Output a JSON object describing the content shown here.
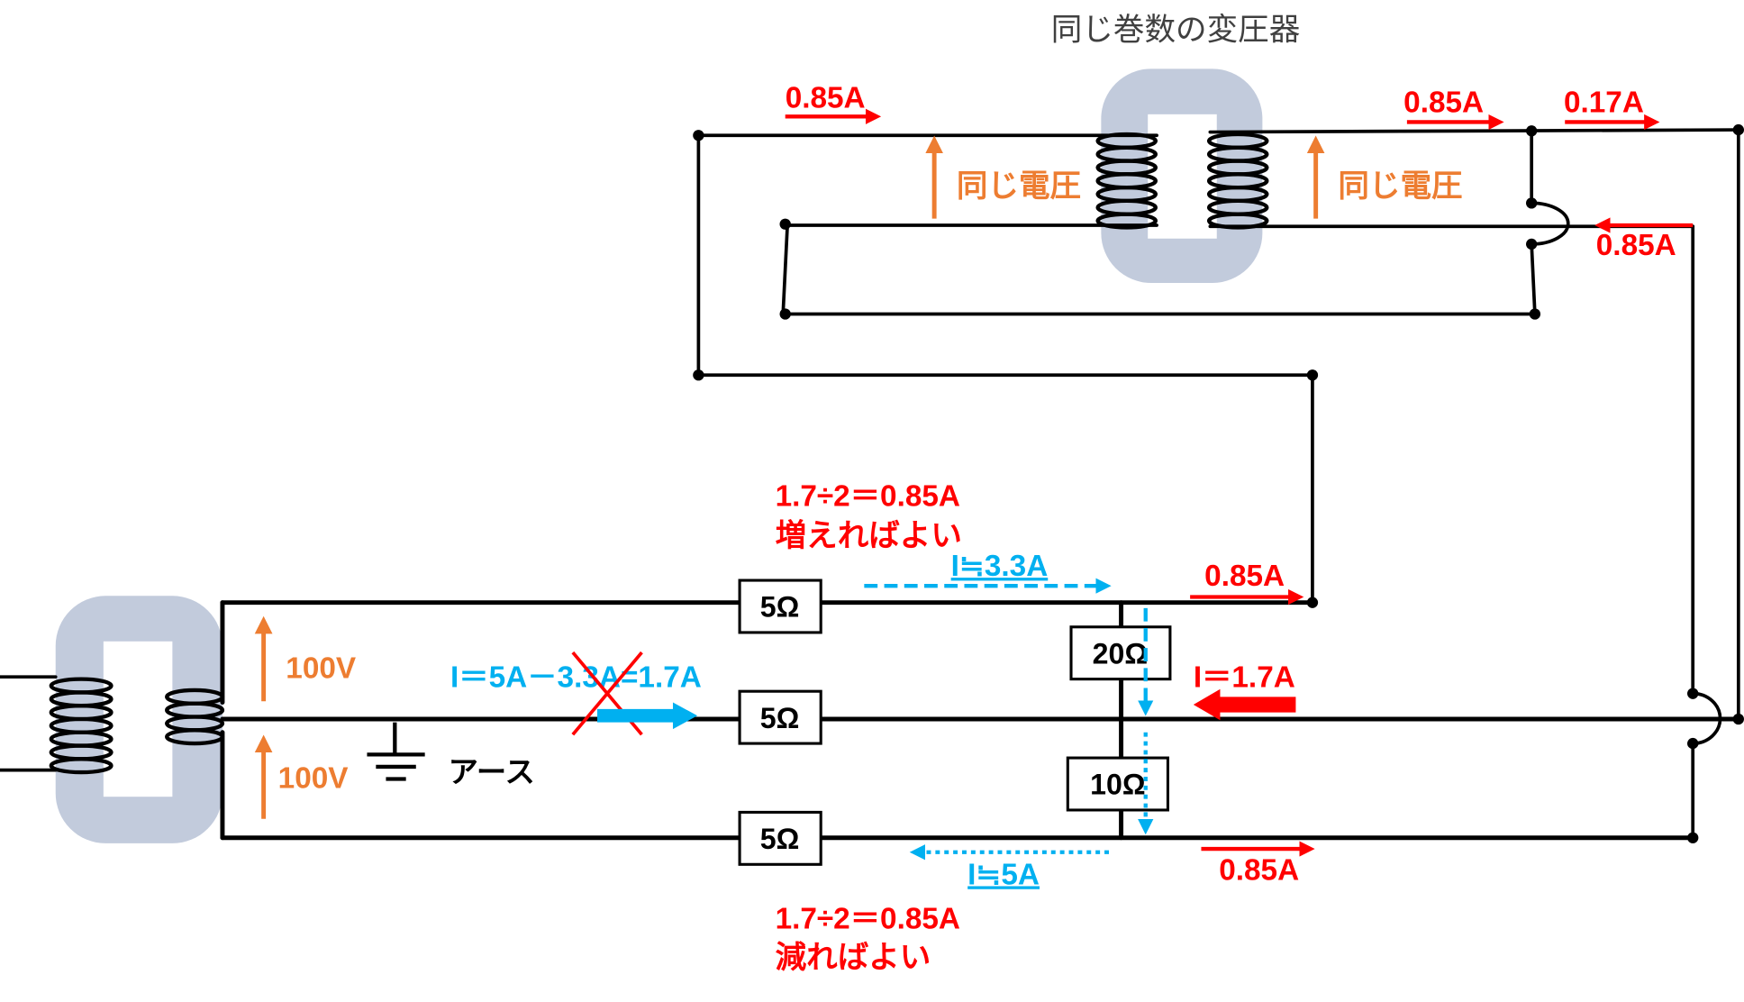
{
  "diagram": {
    "title": "同じ巻数の変圧器"
  },
  "colors": {
    "current_red": "#ff0000",
    "voltage_orange": "#ed7d31",
    "calc_blue": "#00b0f0",
    "core_gray": "#c2cbdc",
    "title_gray": "#404040"
  },
  "top_transformer": {
    "primary_voltage_label": "同じ電圧",
    "secondary_voltage_label": "同じ電圧",
    "primary_current": "0.85A",
    "secondary_current": "0.85A",
    "branch_current": "0.17A",
    "return_current": "0.85A"
  },
  "source": {
    "upper_voltage": "100V",
    "lower_voltage": "100V",
    "ground_label": "アース"
  },
  "line_resistors": {
    "upper": "5Ω",
    "middle": "5Ω",
    "lower": "5Ω"
  },
  "loads": {
    "upper": "20Ω",
    "lower": "10Ω"
  },
  "upper_line": {
    "current_estimate": "I≒3.3A",
    "added_current": "0.85A",
    "note_calc": "1.7÷2＝0.85A",
    "note_text": "増えればよい"
  },
  "neutral_line": {
    "calc_prefix": "I＝5A－",
    "calc_struck": "3.3A",
    "calc_suffix": "=1.7A",
    "injected_current": "I＝1.7A"
  },
  "lower_line": {
    "current_estimate": "I≒5A",
    "removed_current": "0.85A",
    "note_calc": "1.7÷2＝0.85A",
    "note_text": "減ればよい"
  }
}
